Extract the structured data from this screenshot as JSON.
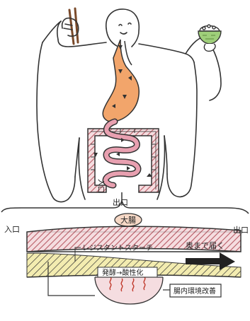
{
  "diagram": {
    "labels": {
      "small_intestine_entry": "入口",
      "exit_top": "出口",
      "entry_left": "入口",
      "exit_right": "出口",
      "large_intestine": "大腸",
      "resistant_starch": "レジスタントスターチ",
      "reaches_deep": "奥まで届く",
      "fermentation": "発酵→酸性化",
      "gut_improvement": "腸内環境改善"
    },
    "colors": {
      "outline": "#333333",
      "stomach": "#f2a56b",
      "intestine": "#d9707a",
      "intestine_dark": "#b85a64",
      "starch_band": "#f3ecb0",
      "rice_bowl": "#9fcf7a",
      "arrow_red": "#c0392b"
    }
  }
}
